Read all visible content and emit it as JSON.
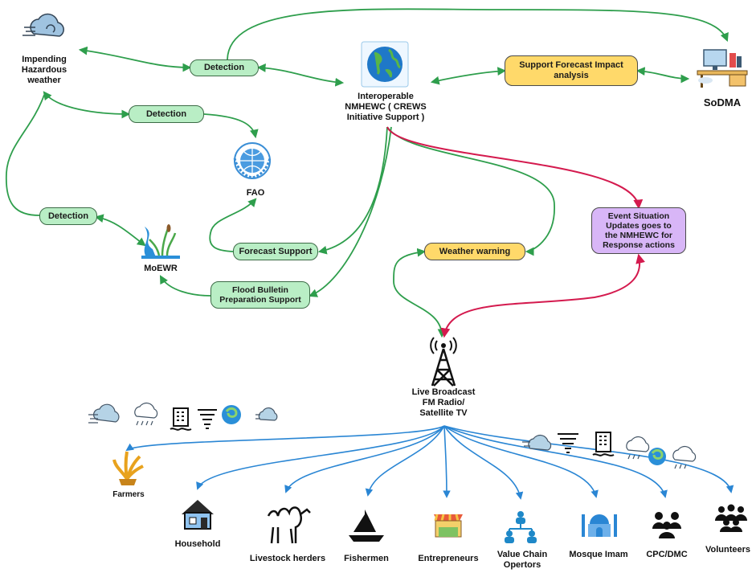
{
  "nodes": {
    "hazard": "Impending\nHazardous\nweather",
    "nmhewc": "Interoperable\nNMHEWC ( CREWS\nInitiative Support )",
    "sodma": "SoDMA",
    "fao": "FAO",
    "moewr": "MoEWR",
    "broadcast": "Live Broadcast\nFM Radio/\nSatellite TV"
  },
  "boxes": {
    "detection_1": "Detection",
    "detection_2": "Detection",
    "detection_3": "Detection",
    "support_forecast": "Support Forecast Impact\nanalysis",
    "forecast_support": "Forecast Support",
    "flood_bulletin": "Flood Bulletin\nPreparation  Support",
    "weather_warning": "Weather warning",
    "event_situation": "Event Situation\nUpdates goes to\nthe NMHEWC for\nResponse actions"
  },
  "audiences": {
    "farmers": "Farmers",
    "household": "Household",
    "livestock": "Livestock herders",
    "fishermen": "Fishermen",
    "entrepreneurs": "Entrepreneurs",
    "value_chain": "Value Chain\nOpertors",
    "mosque": "Mosque Imam",
    "cpc": "CPC/DMC",
    "volunteers": "Volunteers"
  },
  "colors": {
    "green_arrow": "#2e9e4c",
    "red_arrow": "#d41a4e",
    "blue_arrow": "#2a86d4",
    "green_box": "#b9eec5",
    "yellow_box": "#ffd96a",
    "purple_box": "#d8b6f7"
  },
  "icons": [
    "storm-cloud-icon",
    "globe-icon",
    "workstation-icon",
    "un-emblem-icon",
    "water-reeds-icon",
    "radio-tower-icon",
    "wheat-icon",
    "house-icon",
    "camel-icon",
    "sailboat-icon",
    "market-stall-icon",
    "network-people-icon",
    "mosque-icon",
    "group-icon",
    "volunteers-icon",
    "weather-hazard-icons"
  ]
}
